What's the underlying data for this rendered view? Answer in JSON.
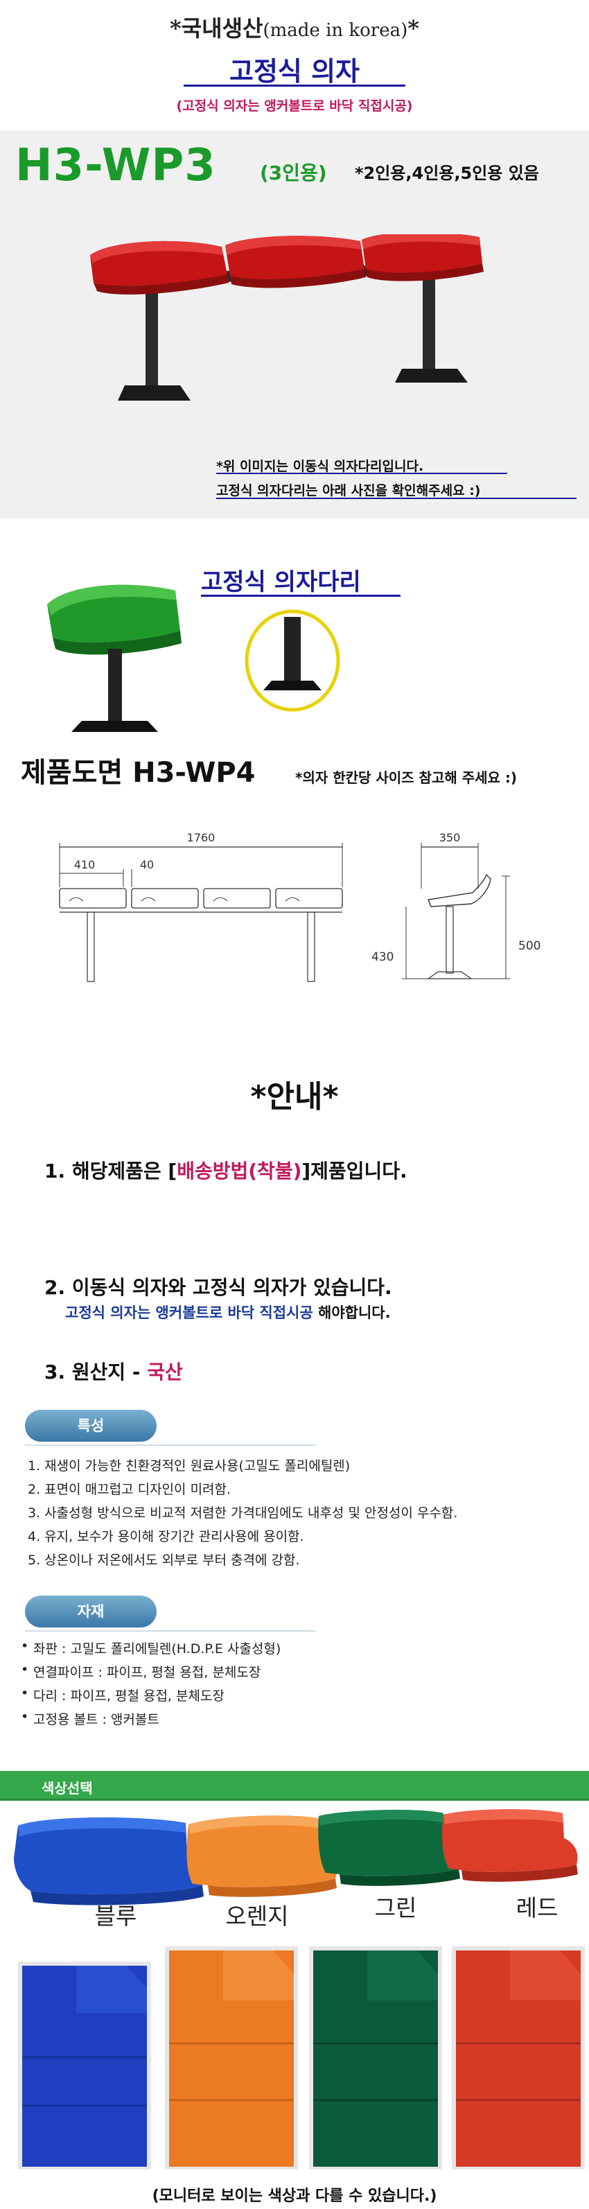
{
  "header": {
    "origin_main": "*국내생산",
    "origin_paren": "(made in korea)",
    "origin_star": "*",
    "title": "고정식 의자",
    "subnote": "(고정식 의자는 앵커볼트로 바닥 직접시공)"
  },
  "hero": {
    "model": "H3-WP3",
    "model_sub": "(3인용)",
    "variants": "*2인용,4인용,5인용 있음",
    "note_line1": "*위 이미지는 이동식 의자다리입니다.",
    "note_line2": "고정식 의자다리는 아래 사진을 확인해주세요 :)"
  },
  "leg_section": {
    "title": "고정식 의자다리"
  },
  "drawing": {
    "title": "제품도면 H3-WP4",
    "note": "*의자 한칸당 사이즈 참고해 주세요 :)",
    "dims": {
      "total_width": "1760",
      "seat_width": "410",
      "gap": "40",
      "depth": "350",
      "seat_height": "430",
      "total_height": "500"
    }
  },
  "notice": {
    "heading": "*안내*",
    "item1_pre": "1. 해당제품은 [",
    "item1_red": "배송방법(착불)",
    "item1_post": "]제품입니다.",
    "item2": "2. 이동식 의자와 고정식 의자가 있습니다.",
    "item2_sub_blue": "고정식 의자는 앵커볼트로 바닥 직접시공",
    "item2_sub_post": " 해야합니다.",
    "item3_pre": "3.  원산지 - ",
    "item3_red": "국산"
  },
  "features": {
    "label": "특성",
    "items": [
      "1. 재생이 가능한 친환경적인 원료사용(고밀도 폴리에틸렌)",
      "2. 표면이 매끄럽고 디자인이 미려함.",
      "3. 사출성형 방식으로 비교적 저렴한 가격대임에도 내후성 및 안정성이 우수함.",
      "4. 유지, 보수가 용이해 장기간 관리사용에 용이함.",
      "5. 상온이나 저온에서도 외부로 부터 충격에 강함."
    ]
  },
  "materials": {
    "label": "자재",
    "items": [
      "좌판 : 고밀도 폴리에틸렌(H.D.P.E 사출성형)",
      "연결파이프 : 파이프, 평철 용접, 분체도장",
      "다리 : 파이프, 평철 용접, 분체도장",
      "고정용 볼트 : 앵커볼트"
    ]
  },
  "colors": {
    "label": "색상선택",
    "items": [
      {
        "name": "블루",
        "hex": "#1f3fc0"
      },
      {
        "name": "오렌지",
        "hex": "#ec7a22"
      },
      {
        "name": "그린",
        "hex": "#0c5a3c"
      },
      {
        "name": "레드",
        "hex": "#d63a26"
      }
    ],
    "footer": "(모니터로 보이는 색상과 다를 수 있습니다.)"
  }
}
